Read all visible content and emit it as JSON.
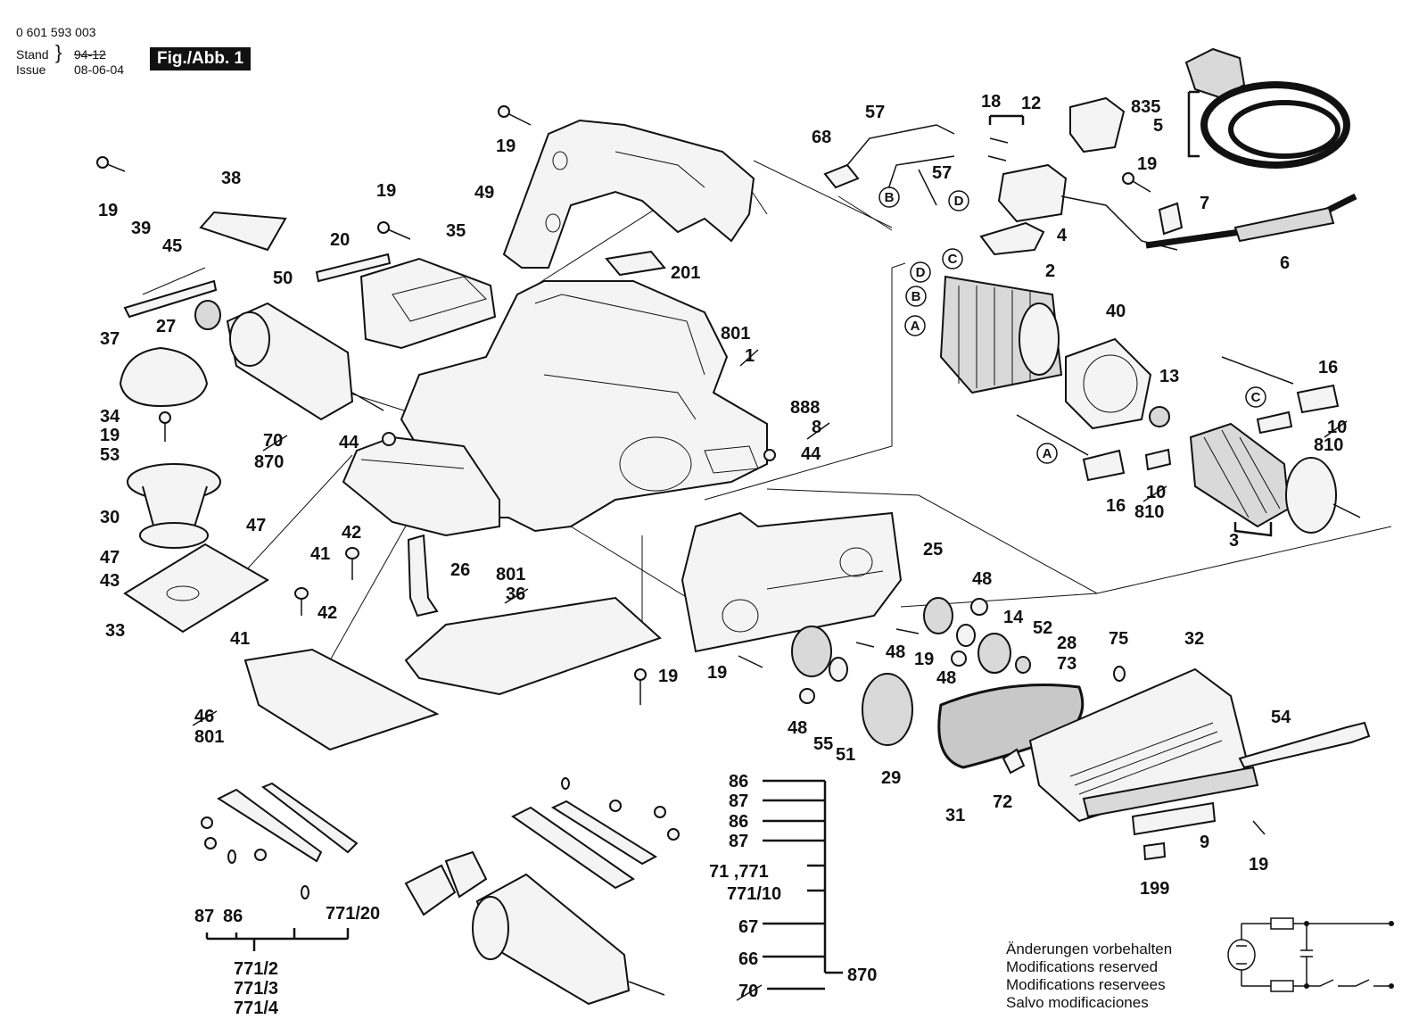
{
  "header": {
    "doc_number": "0 601 593 003",
    "stand_label": "Stand",
    "stand_value": "94-12",
    "issue_label": "Issue",
    "issue_value": "08-06-04",
    "figure_label": "Fig./Abb. 1"
  },
  "notes": [
    "Änderungen vorbehalten",
    "Modifications reserved",
    "Modifications reservees",
    "Salvo modificaciones"
  ],
  "labels": {
    "l19a": "19",
    "l19b": "19",
    "l19c": "19",
    "l19d": "19",
    "l19e": "19",
    "l19f": "19",
    "l19g": "19",
    "l19h": "19",
    "l19i": "19",
    "l38": "38",
    "l39": "39",
    "l45": "45",
    "l50": "50",
    "l20": "20",
    "l35": "35",
    "l49": "49",
    "l201": "201",
    "l57a": "57",
    "l57b": "57",
    "l68": "68",
    "l18": "18",
    "l12": "12",
    "l835": "835",
    "l5": "5",
    "l7": "7",
    "l4": "4",
    "l6": "6",
    "l2": "2",
    "l40": "40",
    "l13": "13",
    "l16a": "16",
    "l16b": "16",
    "l10a": "10",
    "l810a": "810",
    "l10b": "10",
    "l810b": "810",
    "l3": "3",
    "l801a": "801",
    "l1": "1",
    "l888": "888",
    "l8": "8",
    "l44a": "44",
    "l44b": "44",
    "l37": "37",
    "l27": "27",
    "l34": "34",
    "l53": "53",
    "l30": "30",
    "l47a": "47",
    "l47b": "47",
    "l43": "43",
    "l33": "33",
    "l70a": "70",
    "l870a": "870",
    "l42a": "42",
    "l41a": "41",
    "l42b": "42",
    "l41b": "41",
    "l26": "26",
    "l801b": "801",
    "l36": "36",
    "l46": "46",
    "l801c": "801",
    "l25": "25",
    "l48a": "48",
    "l14": "14",
    "l52": "52",
    "l28": "28",
    "l48b": "48",
    "l48c": "48",
    "l73": "73",
    "l48d": "48",
    "l55": "55",
    "l51": "51",
    "l29": "29",
    "l75": "75",
    "l32": "32",
    "l54": "54",
    "l31": "31",
    "l72": "72",
    "l9": "9",
    "l199": "199",
    "l86a": "86",
    "l87a": "87",
    "l86b": "86",
    "l87b": "87",
    "l71": "71 ,771",
    "l77110": "771/10",
    "l67": "67",
    "l66": "66",
    "l70b": "70",
    "l870b": "870",
    "l87c": "87",
    "l86c": "86",
    "l77120": "771/20",
    "l7712": "771/2",
    "l7713": "771/3",
    "l7714": "771/4"
  },
  "circle_labels": {
    "c_b1": "B",
    "c_d1": "D",
    "c_d2": "D",
    "c_c1": "C",
    "c_b2": "B",
    "c_a1": "A",
    "c_c2": "C",
    "c_a2": "A"
  }
}
